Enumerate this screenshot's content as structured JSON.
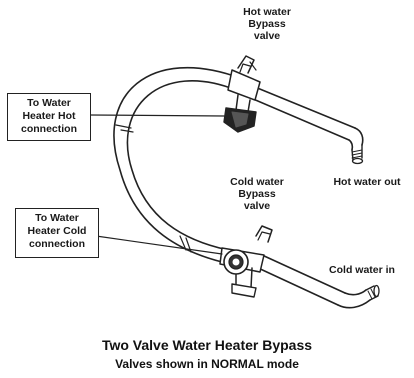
{
  "labels": {
    "hot_bypass": [
      "Hot water",
      "Bypass",
      "valve"
    ],
    "heater_hot": [
      "To Water",
      "Heater Hot",
      "connection"
    ],
    "hot_out": "Hot water out",
    "cold_bypass": [
      "Cold water",
      "Bypass",
      "valve"
    ],
    "heater_cold": [
      "To Water",
      "Heater Cold",
      "connection"
    ],
    "cold_in": "Cold water in"
  },
  "caption": {
    "title": "Two Valve Water Heater Bypass",
    "subtitle": "Valves shown in NORMAL mode"
  }
}
